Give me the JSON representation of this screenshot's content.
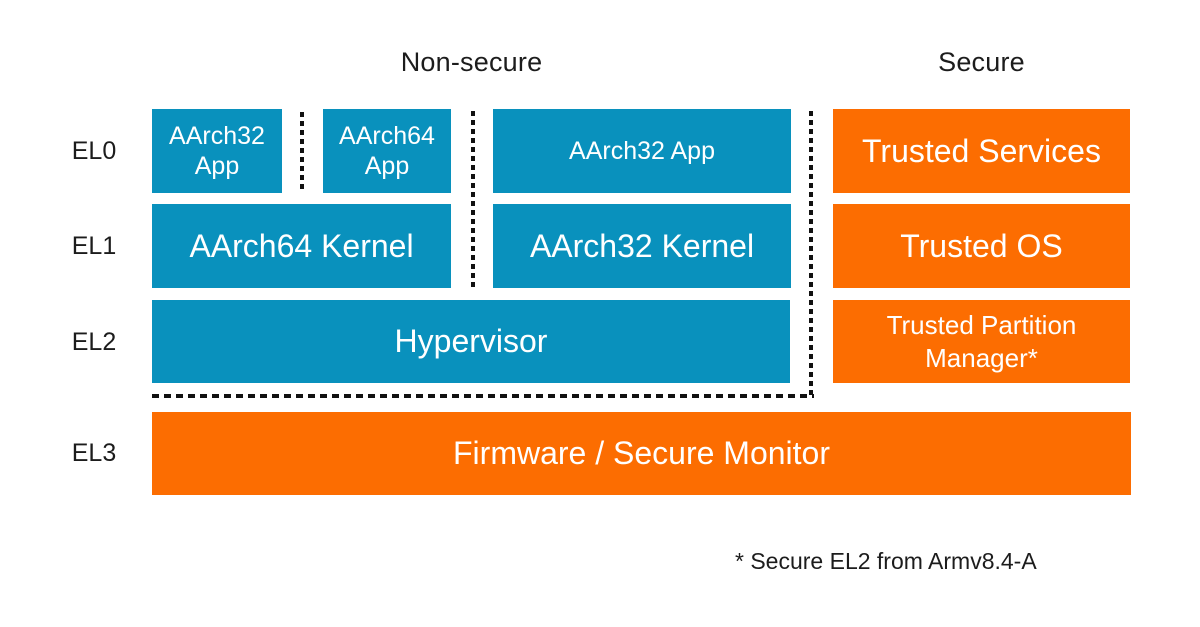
{
  "palette": {
    "blue": "#0991BD",
    "orange": "#FC6D01",
    "line": "#111111",
    "text": "#1C1C1C",
    "box_text": "#FFFFFF",
    "background": "#FFFFFF"
  },
  "headers": {
    "non_secure": "Non-secure",
    "secure": "Secure"
  },
  "el_labels": {
    "el0": "EL0",
    "el1": "EL1",
    "el2": "EL2",
    "el3": "EL3"
  },
  "boxes": {
    "el0_aarch32_app": "AArch32 App",
    "el0_aarch64_app": "AArch64 App",
    "el0_aarch32_app_wide": "AArch32 App",
    "el0_trusted_services": "Trusted Services",
    "el1_aarch64_kernel": "AArch64 Kernel",
    "el1_aarch32_kernel": "AArch32 Kernel",
    "el1_trusted_os": "Trusted OS",
    "el2_hypervisor": "Hypervisor",
    "el2_trusted_partition_manager": "Trusted Partition Manager*",
    "el3_firmware_secure_monitor": "Firmware / Secure Monitor"
  },
  "footnote": "* Secure EL2 from Armv8.4-A"
}
